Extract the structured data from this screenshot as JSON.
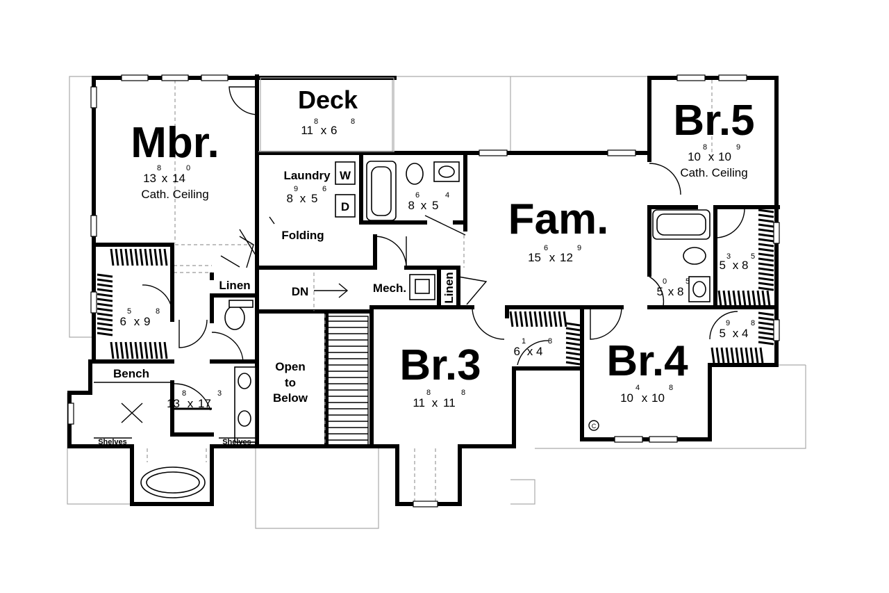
{
  "rooms": {
    "mbr": {
      "name": "Mbr.",
      "w": "13",
      "wi": "8",
      "d": "14",
      "di": "0",
      "note": "Cath. Ceiling"
    },
    "deck": {
      "name": "Deck",
      "w": "11",
      "wi": "8",
      "d": "6",
      "di": "8"
    },
    "laundry": {
      "name": "Laundry",
      "w": "8",
      "wi": "9",
      "d": "5",
      "di": "6",
      "washer": "W",
      "dryer": "D"
    },
    "bath2": {
      "w": "8",
      "wi": "6",
      "d": "5",
      "di": "4"
    },
    "fam": {
      "name": "Fam.",
      "w": "15",
      "wi": "6",
      "d": "12",
      "di": "9"
    },
    "br5": {
      "name": "Br.5",
      "w": "10",
      "wi": "8",
      "d": "10",
      "di": "9",
      "note": "Cath. Ceiling"
    },
    "closet_br5": {
      "w": "5",
      "wi": "3",
      "d": "8",
      "di": "5"
    },
    "bath3": {
      "w": "5",
      "wi": "0",
      "d": "8",
      "di": "5"
    },
    "closet_br4": {
      "w": "5",
      "wi": "9",
      "d": "4",
      "di": "8"
    },
    "br4": {
      "name": "Br.4",
      "w": "10",
      "wi": "4",
      "d": "10",
      "di": "8"
    },
    "closet_br3": {
      "w": "6",
      "wi": "1",
      "d": "4",
      "di": "8"
    },
    "br3": {
      "name": "Br.3",
      "w": "11",
      "wi": "8",
      "d": "11",
      "di": "8"
    },
    "wic": {
      "w": "6",
      "wi": "5",
      "d": "9",
      "di": "8"
    },
    "mbath": {
      "w": "13",
      "wi": "8",
      "d": "17",
      "di": "3"
    }
  },
  "labels": {
    "folding": "Folding",
    "linen_a": "Linen",
    "linen_b": "Linen",
    "mech": "Mech.",
    "dn": "DN",
    "open1": "Open",
    "open2": "to",
    "open3": "Below",
    "bench": "Bench",
    "shelves_l": "Shelves",
    "shelves_r": "Shelves",
    "copyright": "C"
  },
  "dim_separator": "x"
}
